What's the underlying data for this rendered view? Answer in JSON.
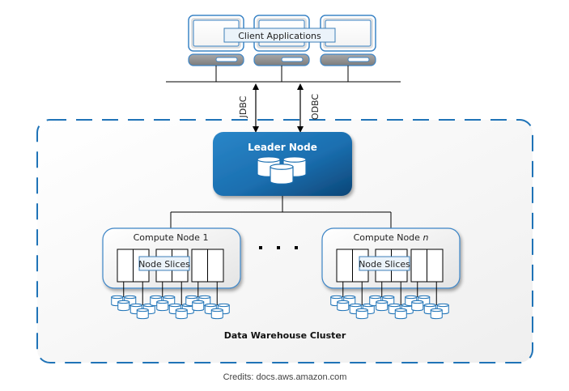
{
  "diagram": {
    "client_label": "Client Applications",
    "client_count": 3,
    "connections": [
      {
        "label": "JDBC"
      },
      {
        "label": "ODBC"
      }
    ],
    "leader_node": {
      "title": "Leader Node",
      "icon": "database-stack-icon"
    },
    "ellipsis": "· · ·",
    "compute_nodes": [
      {
        "title_main": "Compute Node",
        "title_suffix": "1",
        "suffix_italic": false,
        "slices_label": "Node Slices"
      },
      {
        "title_main": "Compute Node",
        "title_suffix": "n",
        "suffix_italic": true,
        "slices_label": "Node Slices"
      }
    ],
    "cluster_label": "Data Warehouse Cluster",
    "credits": "Credits: docs.aws.amazon.com",
    "colors": {
      "accent_blue": "#1f73b7",
      "leader_dark": "#0d4f86",
      "leader_light": "#2b84c6",
      "monitor_border": "#3d85c6",
      "base_gray": "#8c8c8c"
    }
  }
}
